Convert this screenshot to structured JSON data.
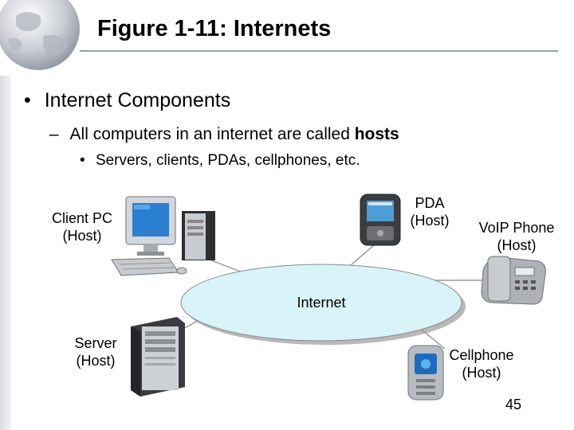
{
  "slide": {
    "title": "Figure 1-11: Internets",
    "page_number": "45"
  },
  "bullets": {
    "level1": {
      "bullet": "•",
      "text": "Internet Components"
    },
    "level2": {
      "dash": "–",
      "text_before": "All computers in an internet are called ",
      "text_bold": "hosts"
    },
    "level3": {
      "bullet": "•",
      "text": "Servers, clients, PDAs, cellphones, etc."
    }
  },
  "diagram": {
    "network_label": "Internet",
    "nodes": {
      "client_pc": {
        "line1": "Client PC",
        "line2": "(Host)"
      },
      "pda": {
        "line1": "PDA",
        "line2": "(Host)"
      },
      "voip": {
        "line1": "VoIP Phone",
        "line2": "(Host)"
      },
      "server": {
        "line1": "Server",
        "line2": "(Host)"
      },
      "cellphone": {
        "line1": "Cellphone",
        "line2": "(Host)"
      }
    },
    "colors": {
      "cloud_fill": "#d8f4f8",
      "cloud_stroke": "#8a8a8a",
      "screen": "#2a7fd0",
      "device_gray": "#c9ccd0"
    }
  }
}
